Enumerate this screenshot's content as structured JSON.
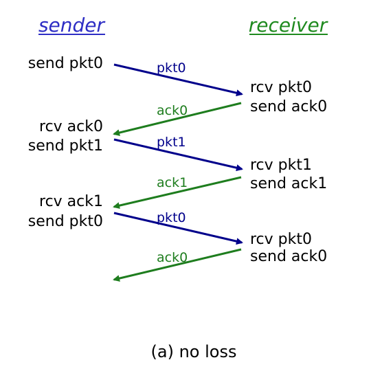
{
  "colors": {
    "sender_heading": "#2d2dc4",
    "receiver_heading": "#1f8a1f",
    "pkt_arrow": "#00008b",
    "ack_arrow": "#1e7d1e",
    "text": "#000000"
  },
  "headings": {
    "sender": "sender",
    "receiver": "receiver"
  },
  "sender_events": [
    "send pkt0",
    "rcv ack0",
    "send pkt1",
    "rcv ack1",
    "send pkt0"
  ],
  "receiver_events": [
    "rcv pkt0",
    "send ack0",
    "rcv pkt1",
    "send ack1",
    "rcv pkt0",
    "send ack0"
  ],
  "messages": [
    {
      "label": "pkt0",
      "kind": "pkt"
    },
    {
      "label": "ack0",
      "kind": "ack"
    },
    {
      "label": "pkt1",
      "kind": "pkt"
    },
    {
      "label": "ack1",
      "kind": "ack"
    },
    {
      "label": "pkt0",
      "kind": "pkt"
    },
    {
      "label": "ack0",
      "kind": "ack"
    }
  ],
  "caption": "(a) no loss"
}
